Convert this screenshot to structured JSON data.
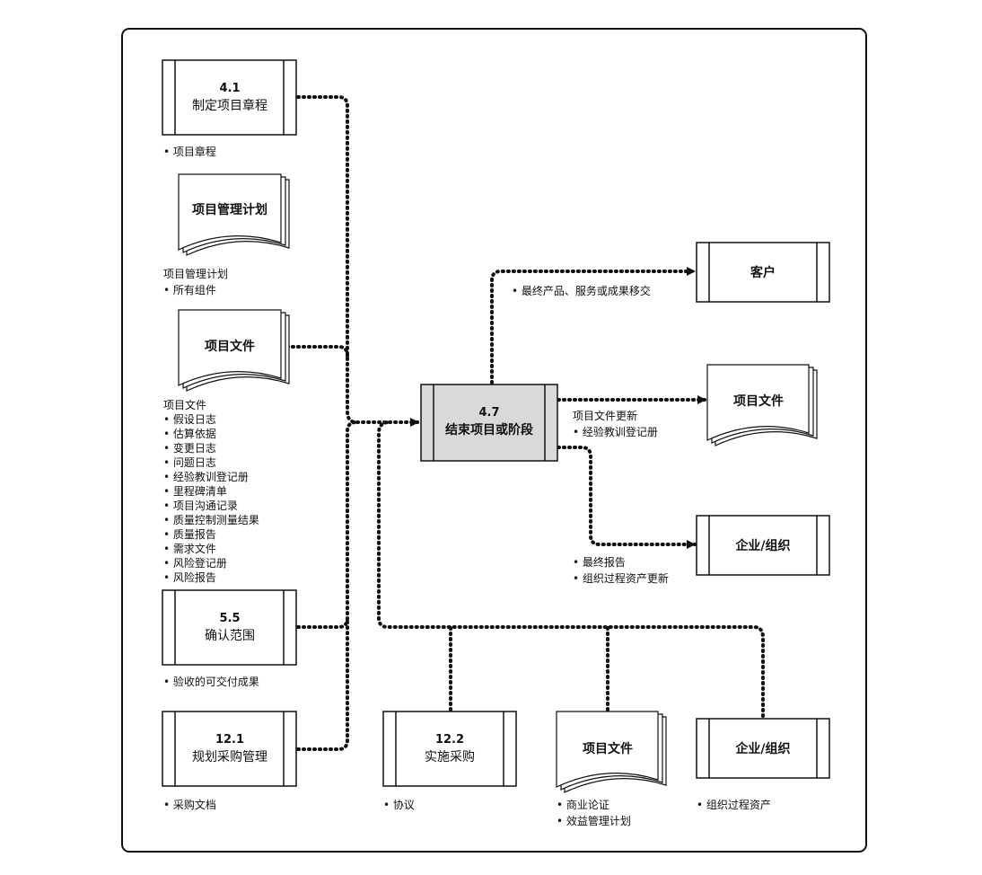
{
  "process": {
    "number": "4.7",
    "title": "结束项目或阶段"
  },
  "inputs": {
    "p41": {
      "number": "4.1",
      "title": "制定项目章程",
      "items": [
        "• 项目章程"
      ]
    },
    "pmp": {
      "title": "项目管理计划",
      "heading": "项目管理计划",
      "items": [
        "• 所有组件"
      ]
    },
    "docs": {
      "title": "项目文件",
      "heading": "项目文件",
      "items": [
        "• 假设日志",
        "• 估算依据",
        "• 变更日志",
        "• 问题日志",
        "• 经验教训登记册",
        "• 里程碑清单",
        "• 项目沟通记录",
        "• 质量控制测量结果",
        "• 质量报告",
        "• 需求文件",
        "• 风险登记册",
        "• 风险报告"
      ]
    },
    "p55": {
      "number": "5.5",
      "title": "确认范围",
      "items": [
        "• 验收的可交付成果"
      ]
    },
    "p121": {
      "number": "12.1",
      "title": "规划采购管理",
      "items": [
        "• 采购文档"
      ]
    },
    "p122": {
      "number": "12.2",
      "title": "实施采购",
      "items": [
        "• 协议"
      ]
    },
    "docs2": {
      "title": "项目文件",
      "items": [
        "• 商业论证",
        "• 效益管理计划"
      ]
    },
    "org_in": {
      "title": "企业/组织",
      "items": [
        "• 组织过程资产"
      ]
    }
  },
  "outputs": {
    "customer": {
      "title": "客户",
      "items": [
        "• 最终产品、服务或成果移交"
      ]
    },
    "docs_out": {
      "title": "项目文件",
      "heading": "项目文件更新",
      "items": [
        "• 经验教训登记册"
      ]
    },
    "org_out": {
      "title": "企业/组织",
      "items": [
        "• 最终报告",
        "• 组织过程资产更新"
      ]
    }
  }
}
